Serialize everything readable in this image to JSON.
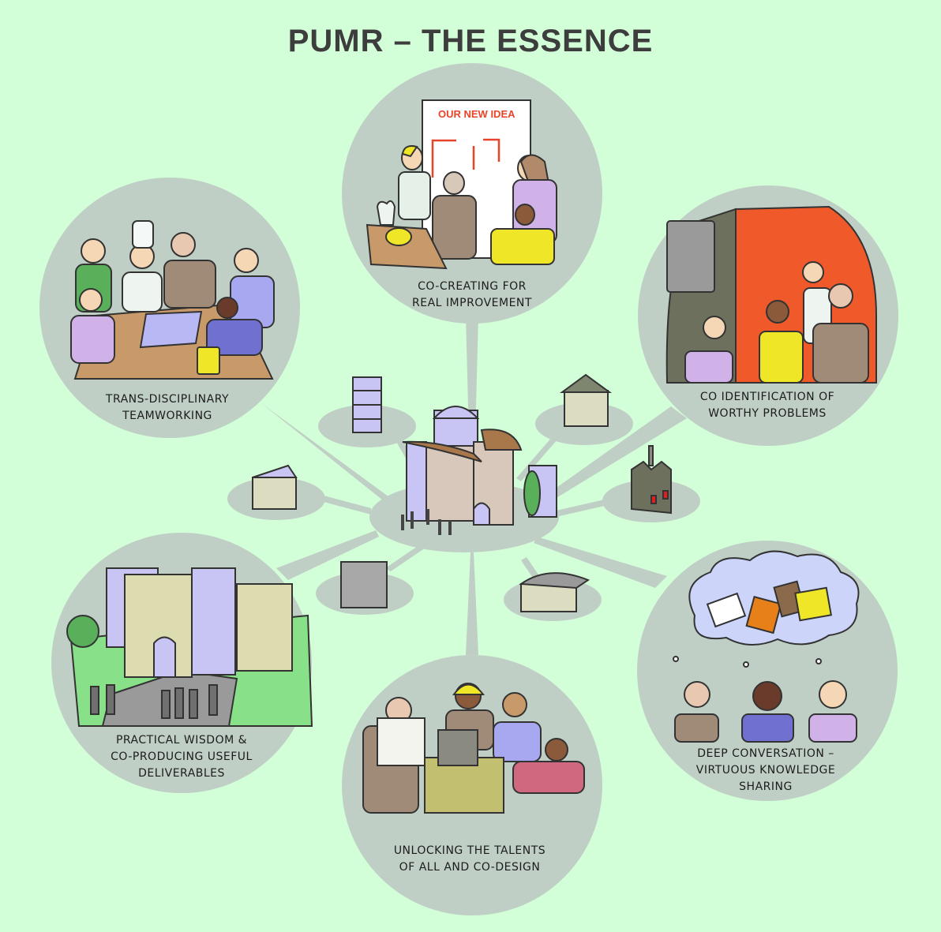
{
  "title": "PUMR – THE ESSENCE",
  "colors": {
    "background": "#d2fed8",
    "bubble": "#c0cfc5",
    "title_text": "#3d3d3d",
    "caption_text": "#1c1c1c",
    "accent_red": "#e8442a",
    "accent_orange_wall": "#f05a2a",
    "accent_yellow": "#f0e628",
    "building_glass": "#c8c4f4"
  },
  "hub": {
    "label": "central-campus-building",
    "satellite_buildings": [
      {
        "name": "tower-block"
      },
      {
        "name": "terraced-house"
      },
      {
        "name": "factory"
      },
      {
        "name": "hangar"
      },
      {
        "name": "townhouse"
      },
      {
        "name": "workshop"
      }
    ]
  },
  "bubbles": [
    {
      "id": "co-creating",
      "caption_lines": [
        "CO-CREATING FOR",
        "REAL IMPROVEMENT"
      ],
      "scene": "team-at-whiteboard",
      "board_text": "OUR NEW IDEA"
    },
    {
      "id": "trans-disciplinary",
      "caption_lines": [
        "TRANS-DISCIPLINARY",
        "TEAMWORKING"
      ],
      "scene": "team-around-table"
    },
    {
      "id": "co-identification",
      "caption_lines": [
        "CO IDENTIFICATION OF",
        "WORTHY PROBLEMS"
      ],
      "scene": "people-pointing-at-wall"
    },
    {
      "id": "practical-wisdom",
      "caption_lines": [
        "PRACTICAL WISDOM &",
        "CO-PRODUCING USEFUL",
        "DELIVERABLES"
      ],
      "scene": "people-outside-building"
    },
    {
      "id": "deep-conversation",
      "caption_lines": [
        "DEEP CONVERSATION –",
        "VIRTUOUS KNOWLEDGE",
        "SHARING"
      ],
      "scene": "thought-cloud-documents"
    },
    {
      "id": "unlocking-talents",
      "caption_lines": [
        "UNLOCKING THE TALENTS",
        "OF ALL AND CO-DESIGN"
      ],
      "scene": "team-with-model"
    }
  ]
}
